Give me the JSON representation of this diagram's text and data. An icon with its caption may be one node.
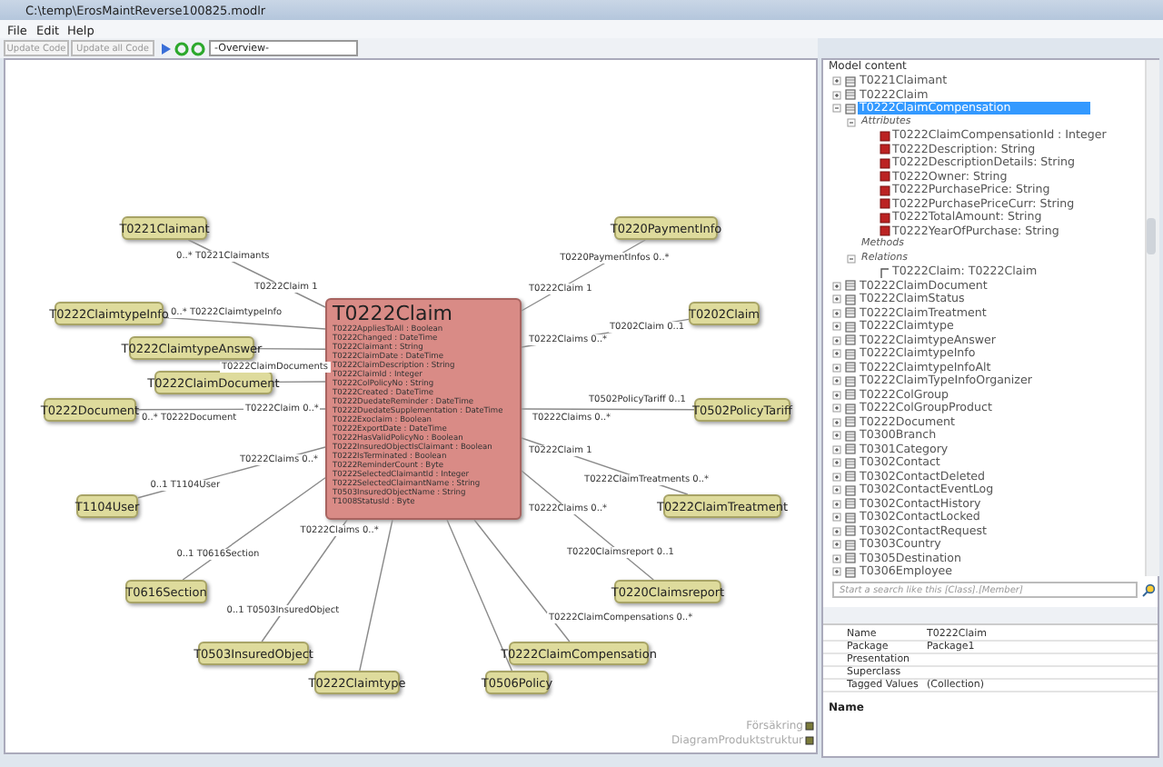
{
  "diagram": {
    "title": "C:\\temp\\ErosMaintReverse100825.modlr",
    "nodes": [
      {
        "text": [
          "T0221Claimant"
        ]
      },
      {
        "text": [
          "T0220PaymentInfo"
        ]
      },
      {
        "text": [
          "T0222ClaimtypeAnswer"
        ]
      },
      {
        "text": [
          "T0222ClaimtypeInfo"
        ]
      },
      {
        "text": [
          "T0222Claim",
          "T0222AppliesToAll : Boolean T0222Changed : DateTime T0222Claimant : String T0222ClaimDate : DateTime T0222ClaimDescription : String T0222ClaimId : Integer T0222ColPolicyNo : String T0222Created : DateTime T0222DuedateReminder : DateTime T0222DuedateSupplementation : DateTime T0222Exoclaim : Boolean T0222ExportDate : DateTime T0222HasValidPolicyNo : Boolean T0222InsuredObjectIsClaimant : Boolean T0222IsTerminated : Boolean T0222ReminderCount : Byte T0222SelectedClaimantId : Integer T0222SelectedClaimantName : String T0503InsuredObjectName : String T1008StatusId : Byte"
        ]
      },
      {
        "text": [
          "T0202Claim"
        ]
      },
      {
        "text": [
          "T0222ClaimDocument"
        ]
      },
      {
        "text": [
          "T0222Document"
        ]
      },
      {
        "text": [
          "T0502PolicyTariff"
        ]
      },
      {
        "text": [
          "T1104User"
        ]
      },
      {
        "text": [
          "T0222ClaimTreatment"
        ]
      },
      {
        "text": [
          "T0616Section"
        ]
      },
      {
        "text": [
          "T0220Claimsreport"
        ]
      },
      {
        "text": [
          "T0503InsuredObject"
        ]
      },
      {
        "text": [
          "T0222ClaimCompensation"
        ]
      },
      {
        "text": [
          "T0222Claimtype"
        ]
      },
      {
        "text": [
          "T0506Policy"
        ]
      }
    ],
    "edges": [
      {
        "from": 4,
        "to": 0,
        "arrow": "none",
        "label": "0..* T0221Claimants"
      },
      {
        "from": 4,
        "to": 1,
        "arrow": "none",
        "label": "T0220PaymentInfos 0..*"
      },
      {
        "from": 4,
        "to": 2,
        "arrow": "none"
      },
      {
        "from": 4,
        "to": 3,
        "arrow": "none",
        "label": "0..* T0222ClaimtypeInfo"
      },
      {
        "from": 4,
        "to": 5,
        "arrow": "none",
        "label": "T0202Claim 0..1"
      },
      {
        "from": 4,
        "to": 6,
        "arrow": "none",
        "label": "T0222ClaimDocuments"
      },
      {
        "from": 4,
        "to": 7,
        "arrow": "none",
        "label": "0..* T0222Document"
      },
      {
        "from": 4,
        "to": 8,
        "arrow": "none",
        "label": "T0502PolicyTariff 0..1"
      },
      {
        "from": 4,
        "to": 9,
        "arrow": "none",
        "label": "0..1 T1104User"
      },
      {
        "from": 4,
        "to": 10,
        "arrow": "none",
        "label": "T0222ClaimTreatments 0..*"
      },
      {
        "from": 4,
        "to": 11,
        "arrow": "none",
        "label": "0..1 T0616Section"
      },
      {
        "from": 4,
        "to": 12,
        "arrow": "none",
        "label": "T0220Claimsreport 0..1"
      },
      {
        "from": 4,
        "to": 13,
        "arrow": "none",
        "label": "0..1 T0503InsuredObject"
      },
      {
        "from": 4,
        "to": 14,
        "arrow": "none",
        "label": "T0222ClaimCompensations 0..*"
      },
      {
        "from": 4,
        "to": 15,
        "arrow": "none"
      },
      {
        "from": 4,
        "to": 16,
        "arrow": "none"
      }
    ],
    "labels": [
      "File",
      "Edit",
      "Help",
      "Update Code",
      "Update all Code",
      "-Overview-",
      "T0222Claim 1",
      "T0222Claim 1",
      "T0222Claims 0..*",
      "T0222Claim 0..*",
      "T0222Claims 0..*",
      "T0222Claims 0..*",
      "T0222Claims 0..*",
      "T0222Claim 1",
      "T0222Claims 0..*",
      "Model content",
      "T0221Claimant",
      "T0222Claim",
      "T0222ClaimCompensation",
      "Attributes",
      "T0222ClaimCompensationId : Integer",
      "T0222Description: String",
      "T0222DescriptionDetails: String",
      "T0222Owner: String",
      "T0222PurchasePrice: String",
      "T0222PurchasePriceCurr: String",
      "T0222TotalAmount: String",
      "T0222YearOfPurchase: String",
      "Methods",
      "Relations",
      "T0222Claim: T0222Claim",
      "T0222ClaimDocument",
      "T0222ClaimStatus",
      "T0222ClaimTreatment",
      "T0222Claimtype",
      "T0222ClaimtypeAnswer",
      "T0222ClaimtypeInfo",
      "T0222ClaimtypeInfoAlt",
      "T0222ClaimTypeInfoOrganizer",
      "T0222ColGroup",
      "T0222ColGroupProduct",
      "T0222Document",
      "T0300Branch",
      "T0301Category",
      "T0302Contact",
      "T0302ContactDeleted",
      "T0302ContactEventLog",
      "T0302ContactHistory",
      "T0302ContactLocked",
      "T0302ContactRequest",
      "T0303Country",
      "T0305Destination",
      "T0306Employee",
      "Start a search like this [Class].[Member]",
      "Name",
      "T0222Claim",
      "Package",
      "Package1",
      "Presentation",
      "Superclass",
      "Tagged Values",
      "(Collection)",
      "Name",
      "Försäkring",
      "DiagramProduktstruktur"
    ]
  }
}
